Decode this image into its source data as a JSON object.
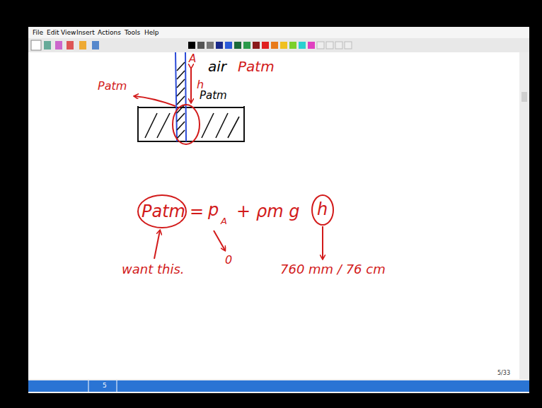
{
  "diagram": {
    "labels": [
      "File",
      "Edit",
      "View",
      "Insert",
      "Actions",
      "Tools",
      "Help",
      "A",
      "h",
      "air",
      "Patm",
      "Patm",
      "Patm",
      "Patm",
      "=",
      "p",
      "A",
      "+",
      "ρm g",
      "h",
      "0",
      "want this.",
      "760 mm / 76 cm",
      "5/33",
      "5"
    ]
  }
}
